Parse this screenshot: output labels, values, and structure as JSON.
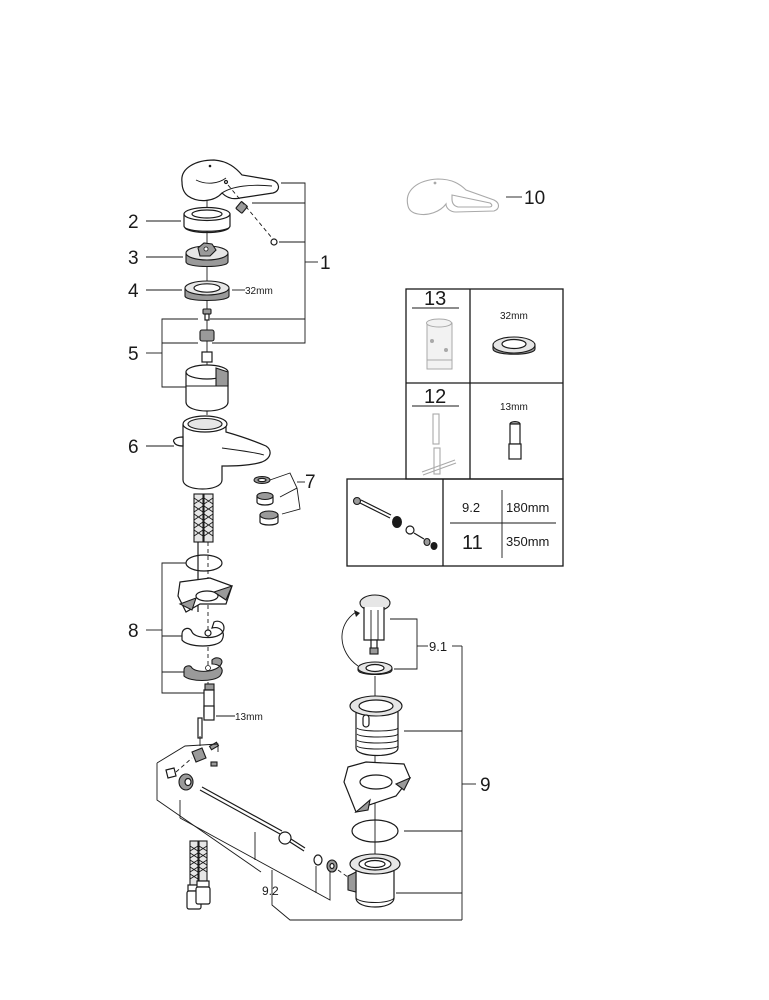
{
  "diagram": {
    "type": "exploded-parts-diagram",
    "subject": "single-lever basin mixer with pop-up waste",
    "colors": {
      "line": "#1a1a1a",
      "ghost_part": "#a9a9a9",
      "background": "#ffffff"
    },
    "callouts": [
      {
        "id": "1",
        "label": "1"
      },
      {
        "id": "2",
        "label": "2"
      },
      {
        "id": "3",
        "label": "3"
      },
      {
        "id": "4",
        "label": "4",
        "dimension": "32mm"
      },
      {
        "id": "5",
        "label": "5"
      },
      {
        "id": "6",
        "label": "6"
      },
      {
        "id": "7",
        "label": "7"
      },
      {
        "id": "8",
        "label": "8",
        "dimension": "13mm"
      },
      {
        "id": "9",
        "label": "9"
      },
      {
        "id": "9.1",
        "label": "9.1"
      },
      {
        "id": "9.2",
        "label": "9.2"
      },
      {
        "id": "10",
        "label": "10"
      }
    ],
    "tools_table": {
      "rows": [
        {
          "part": "13",
          "dimension": "32mm"
        },
        {
          "part": "12",
          "dimension": "13mm"
        }
      ],
      "rod_options": [
        {
          "part": "9.2",
          "length": "180mm"
        },
        {
          "part": "11",
          "length": "350mm"
        }
      ]
    }
  }
}
